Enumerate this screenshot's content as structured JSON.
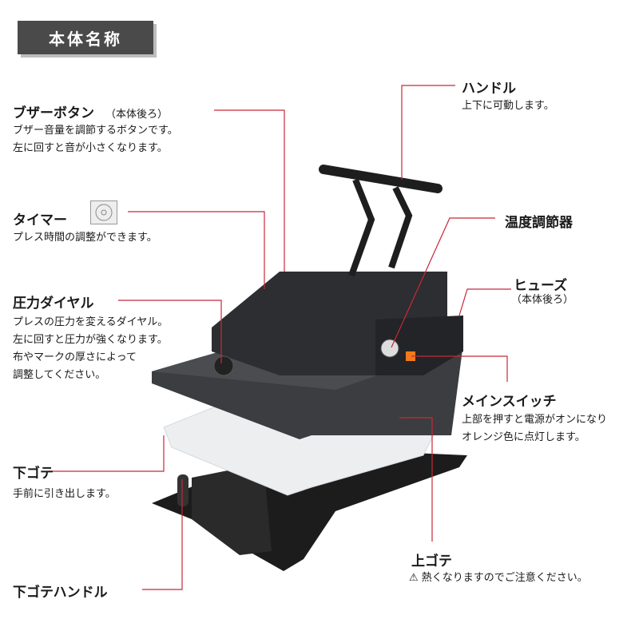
{
  "title": "本体名称",
  "accent_color": "#c8283a",
  "labels": {
    "buzzer": {
      "name": "ブザーボタン",
      "note": "（本体後ろ）",
      "desc": [
        "ブザー音量を調節するボタンです。",
        "左に回すと音が小さくなります。"
      ]
    },
    "timer": {
      "name": "タイマー",
      "icon": "timer-dial-icon",
      "desc": [
        "プレス時間の調整ができます。"
      ]
    },
    "pressure": {
      "name": "圧力ダイヤル",
      "desc": [
        "プレスの圧力を変えるダイヤル。",
        "左に回すと圧力が強くなります。",
        "布やマークの厚さによって",
        "調整してください。"
      ]
    },
    "lower_plate": {
      "name": "下ゴテ",
      "desc": [
        "手前に引き出します。"
      ]
    },
    "lower_handle": {
      "name": "下ゴテハンドル"
    },
    "handle": {
      "name": "ハンドル",
      "desc": [
        "上下に可動します。"
      ]
    },
    "temp": {
      "name": "温度調節器"
    },
    "fuse": {
      "name": "ヒューズ",
      "note": "（本体後ろ）"
    },
    "main_switch": {
      "name": "メインスイッチ",
      "desc": [
        "上部を押すと電源がオンになり",
        "オレンジ色に点灯します。"
      ]
    },
    "upper_plate": {
      "name": "上ゴテ",
      "warning_icon": "warning-icon",
      "desc": "熱くなりますのでご注意ください。"
    }
  }
}
